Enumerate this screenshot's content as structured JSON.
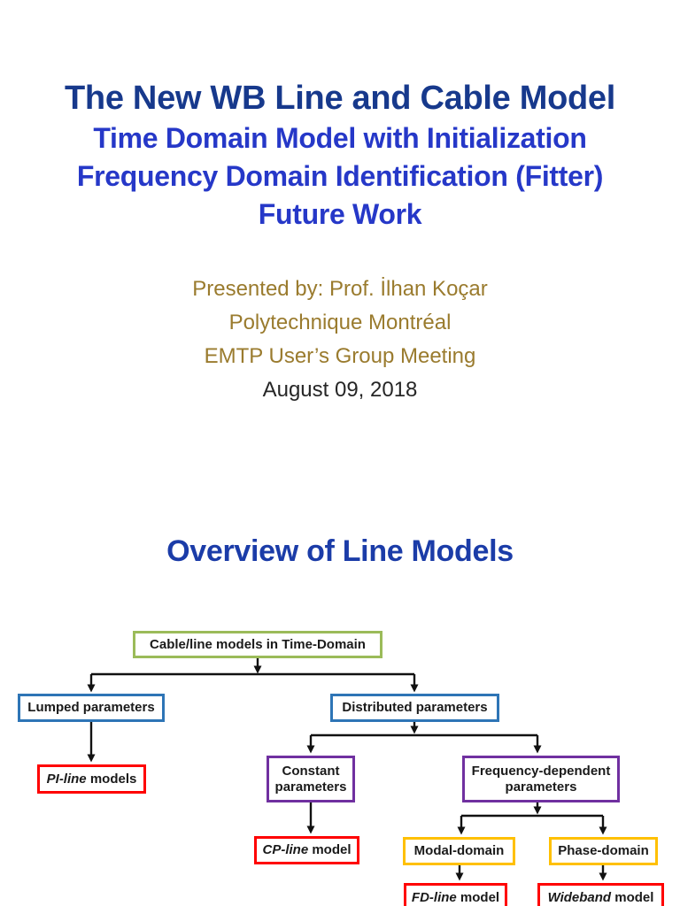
{
  "slide1": {
    "title_lines": [
      "The New WB Line and Cable Model",
      "Time Domain Model with Initialization",
      "Frequency Domain Identification (Fitter)",
      "Future Work"
    ],
    "title_color_line1": "#17398C",
    "title_color_rest": "#2638C8",
    "subtitle_lines": [
      "Presented by: Prof. İlhan Koçar",
      "Polytechnique Montréal",
      "EMTP User’s Group Meeting",
      "August 09, 2018"
    ],
    "subtitle_color": "#9A7B2E",
    "date_color": "#262626"
  },
  "slide2": {
    "title": "Overview of Line Models",
    "title_color": "#1B3CA8",
    "flowchart": {
      "arrow_color": "#111111",
      "nodes": [
        {
          "id": "cable-line-models",
          "italic": "",
          "rest": "Cable/line models in Time-Domain",
          "border_color": "#9BBB59"
        },
        {
          "id": "lumped-parameters",
          "italic": "",
          "rest": "Lumped parameters",
          "border_color": "#2E75B6"
        },
        {
          "id": "distributed-parameters",
          "italic": "",
          "rest": "Distributed parameters",
          "border_color": "#2E75B6"
        },
        {
          "id": "pi-line-models",
          "italic": "PI-line",
          "rest": " models",
          "border_color": "#FF0000"
        },
        {
          "id": "constant-parameters",
          "italic": "",
          "rest": "Constant parameters",
          "border_color": "#7030A0"
        },
        {
          "id": "frequency-dependent-parameters",
          "italic": "",
          "rest": "Frequency-dependent parameters",
          "border_color": "#7030A0"
        },
        {
          "id": "cp-line-model",
          "italic": "CP-line",
          "rest": " model",
          "border_color": "#FF0000"
        },
        {
          "id": "modal-domain",
          "italic": "",
          "rest": "Modal-domain",
          "border_color": "#FFC000"
        },
        {
          "id": "phase-domain",
          "italic": "",
          "rest": "Phase-domain",
          "border_color": "#FFC000"
        },
        {
          "id": "fd-line-model",
          "italic": "FD-line",
          "rest": " model",
          "border_color": "#FF0000"
        },
        {
          "id": "wideband-model",
          "italic": "Wideband",
          "rest": " model",
          "border_color": "#FF0000"
        }
      ]
    }
  }
}
